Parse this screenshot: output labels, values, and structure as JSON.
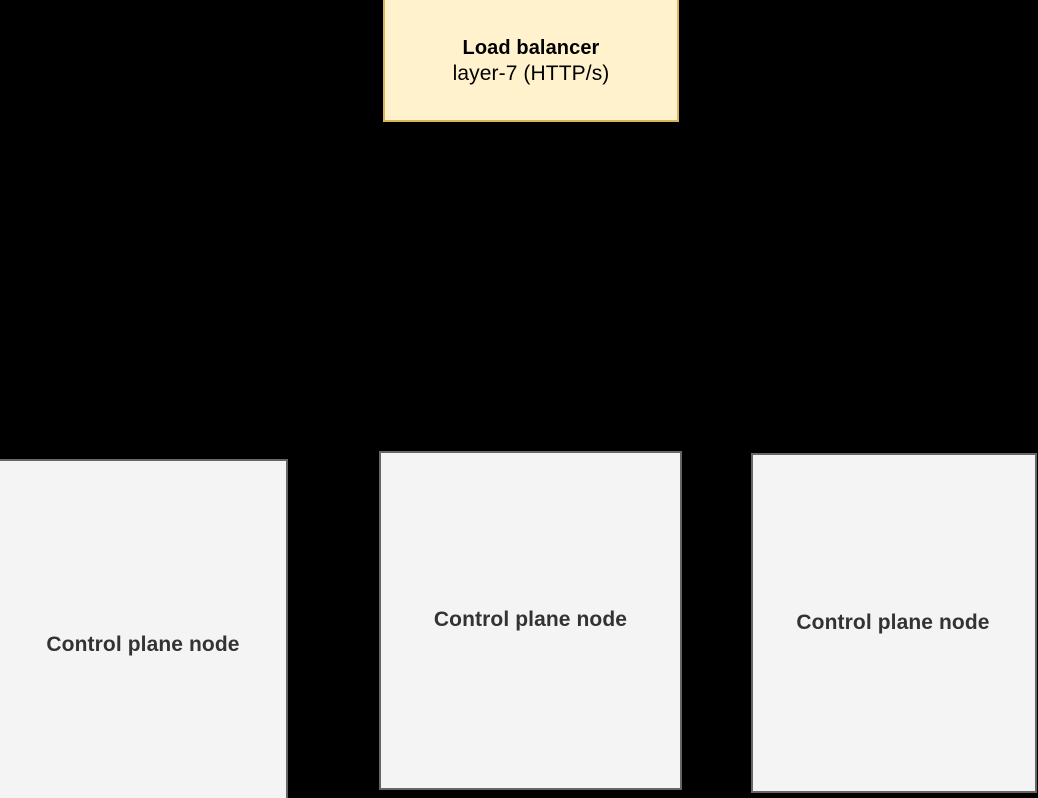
{
  "diagram": {
    "background_color": "#000000",
    "nodes": [
      {
        "id": "load-balancer",
        "kind": "load-balancer",
        "title": "Load balancer",
        "subtitle": "layer-7 (HTTP/s)",
        "fill_color": "#fff2cc",
        "border_color": "#d6b656",
        "text_color": "#000000"
      },
      {
        "id": "control-plane-node-1",
        "kind": "control-plane-node",
        "label": "Control plane node",
        "fill_color": "#f4f4f4",
        "border_color": "#666666",
        "text_color": "#333333"
      },
      {
        "id": "control-plane-node-2",
        "kind": "control-plane-node",
        "label": "Control plane node",
        "fill_color": "#f4f4f4",
        "border_color": "#666666",
        "text_color": "#333333"
      },
      {
        "id": "control-plane-node-3",
        "kind": "control-plane-node",
        "label": "Control plane node",
        "fill_color": "#f4f4f4",
        "border_color": "#666666",
        "text_color": "#333333"
      }
    ]
  }
}
